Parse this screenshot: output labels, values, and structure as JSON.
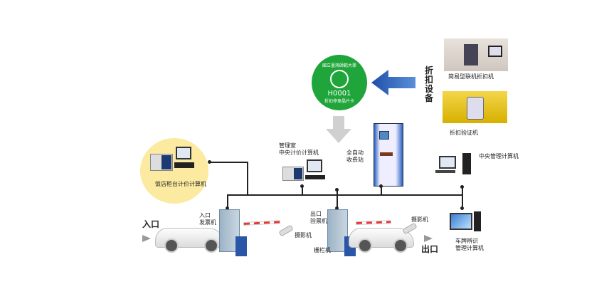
{
  "card": {
    "top": "國立臺灣師範大學",
    "id": "H0001",
    "bottom": "折扣停車晶片卡"
  },
  "discount_title": "折扣设备",
  "devices": {
    "simple": "简易型联机折扣机",
    "verify": "折扣验证机"
  },
  "central": "中央管理计算机",
  "kiosk": "全自动\n收费站",
  "mgmt": "管理室\n中央计价计算机",
  "hotel": "饭店柜台计价计算机",
  "entry_machine": "入口\n发票机",
  "exit_machine": "出口\n验票机",
  "camera1": "摄影机",
  "camera2": "摄影机",
  "barrier": "栅栏机",
  "entrance": "入口",
  "exit": "出口",
  "plate_pc": "车牌辨识\n管理计算机",
  "colors": {
    "green": "#1fa53a",
    "blue": "#1f4fa8",
    "yellow": "#fbeaa0",
    "gold": "#e0b800"
  }
}
